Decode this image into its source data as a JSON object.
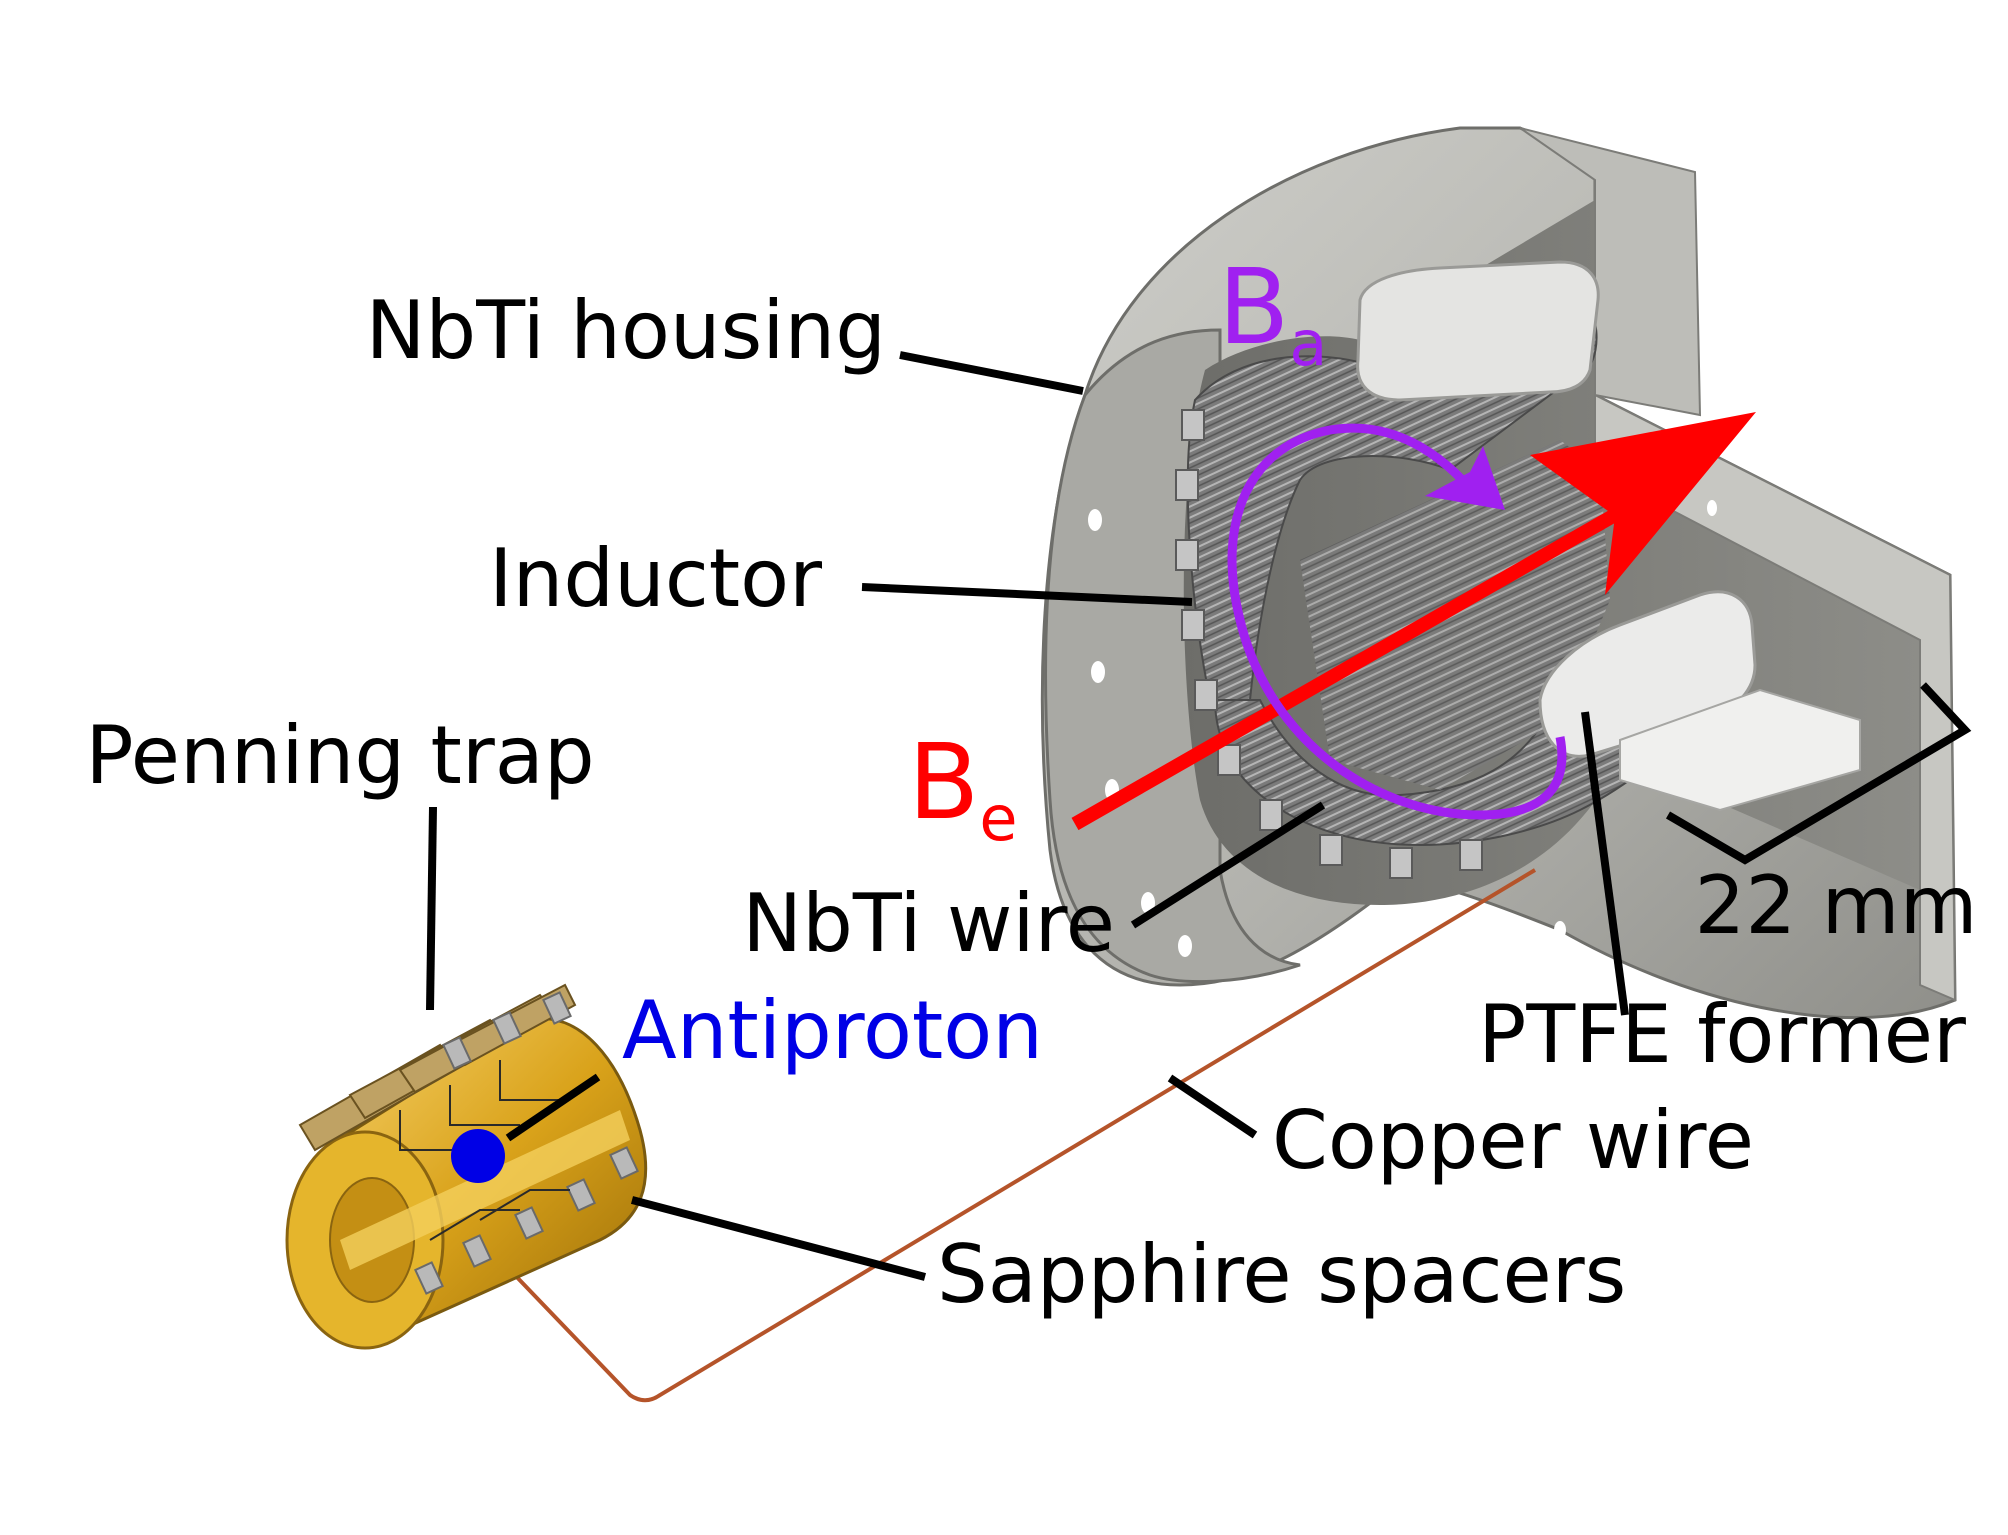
{
  "labels": {
    "nbti_housing": "NbTi housing",
    "inductor": "Inductor",
    "penning_trap": "Penning trap",
    "nbti_wire": "NbTi wire",
    "antiproton": "Antiproton",
    "ptfe_former": "PTFE former",
    "copper_wire": "Copper wire",
    "sapphire_spacers": "Sapphire spacers",
    "dimension": "22 mm"
  },
  "fields": {
    "ba_symbol": "B",
    "ba_subscript": "a",
    "be_symbol": "B",
    "be_subscript": "e"
  },
  "colors": {
    "ba_field": "#a020f0",
    "be_field": "#ff0000",
    "antiproton": "#0000e6",
    "copper_wire": "#b5542a",
    "housing": "#b8b8b2",
    "ptfe": "#e8e8e6",
    "trap_gold": "#d9a21a"
  }
}
